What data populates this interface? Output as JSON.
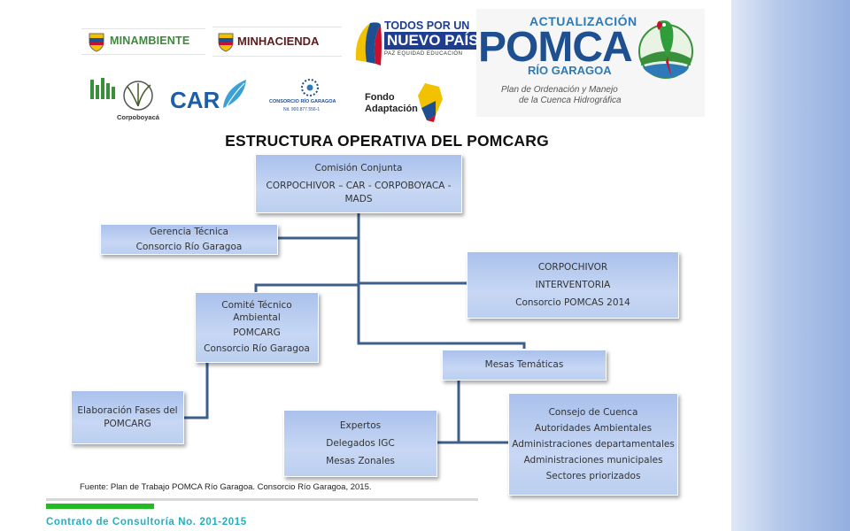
{
  "logos": {
    "minambiente": "MINAMBIENTE",
    "minhacienda": "MINHACIENDA",
    "todos_line1": "TODOS POR UN",
    "todos_line2": "NUEVO PAÍS",
    "todos_line3": "PAZ  EQUIDAD  EDUCACIÓN",
    "pomca_top": "ACTUALIZACIÓN",
    "pomca_big": "POMCA",
    "pomca_rio": "RÍO GARAGOA",
    "pomca_sub1": "Plan de Ordenación y Manejo",
    "pomca_sub2": "de la Cuenca Hidrográfica",
    "corpoboyaca": "Corpoboyacá",
    "car": "CAR",
    "consorcio_name": "CONSORCIO RÍO GARAGOA",
    "consorcio_nit": "Nit. 900.877.556-1",
    "fondo_line1": "Fondo",
    "fondo_line2": "Adaptación"
  },
  "title": "ESTRUCTURA OPERATIVA DEL POMCARG",
  "nodes": {
    "comision": [
      "Comisión Conjunta",
      "CORPOCHIVOR – CAR - CORPOBOYACA - MADS"
    ],
    "gerencia": [
      "Gerencia Técnica",
      "Consorcio Río Garagoa"
    ],
    "corpochivor": [
      "CORPOCHIVOR",
      "INTERVENTORIA",
      "Consorcio POMCAS 2014"
    ],
    "comite": [
      "Comité Técnico Ambiental",
      "POMCARG",
      "Consorcio Río Garagoa"
    ],
    "mesas": [
      "Mesas Temáticas"
    ],
    "elaboracion": [
      "Elaboración Fases del POMCARG"
    ],
    "expertos": [
      "Expertos",
      "Delegados IGC",
      "Mesas Zonales"
    ],
    "consejo": [
      "Consejo de Cuenca",
      "Autoridades Ambientales",
      "Administraciones departamentales",
      "Administraciones municipales",
      "Sectores priorizados"
    ]
  },
  "source": "Fuente: Plan de Trabajo POMCA Río Garagoa. Consorcio Río Garagoa, 2015.",
  "contract": "Contrato de Consultoría No. 201-2015",
  "colors": {
    "node_fill": "#bccff0",
    "connector": "#3c5f8c",
    "footer_green": "#22bb22",
    "contract_text": "#1fb0c4"
  }
}
